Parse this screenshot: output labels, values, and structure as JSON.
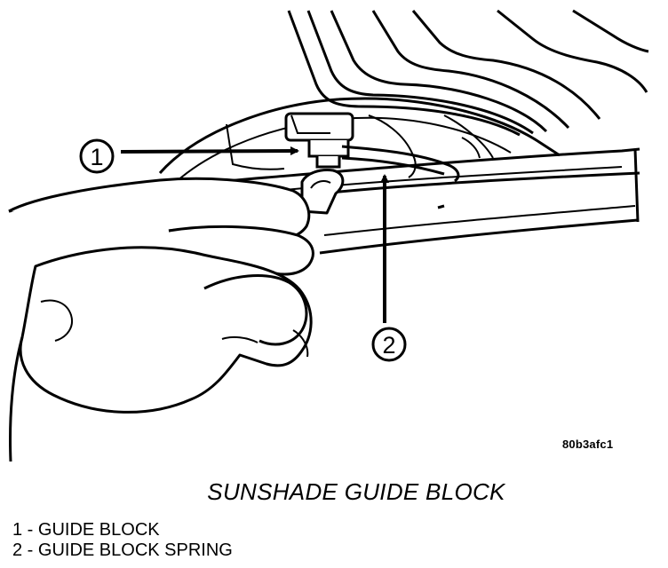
{
  "callouts": [
    {
      "number": "1"
    },
    {
      "number": "2"
    }
  ],
  "figure_id": "80b3afc1",
  "caption": "SUNSHADE GUIDE BLOCK",
  "legend": [
    {
      "number": "1",
      "separator": " - ",
      "text": "GUIDE BLOCK"
    },
    {
      "number": "2",
      "separator": " - ",
      "text": "GUIDE BLOCK SPRING"
    }
  ]
}
